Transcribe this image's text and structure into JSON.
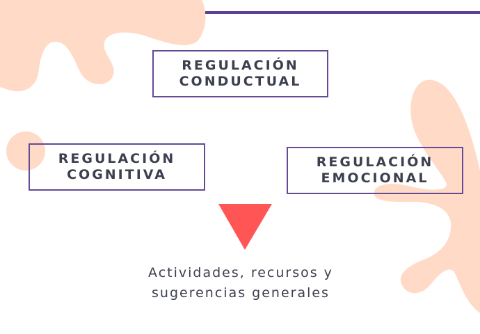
{
  "colors": {
    "blob": "#ffdac6",
    "accent_line": "#5e3f92",
    "box_border": "#654a98",
    "text": "#3c3f4d",
    "triangle": "#ff5555"
  },
  "boxes": [
    {
      "line1": "REGULACIÓN",
      "line2": "CONDUCTUAL"
    },
    {
      "line1": "REGULACIÓN",
      "line2": "COGNITIVA"
    },
    {
      "line1": "REGULACIÓN",
      "line2": "EMOCIONAL"
    }
  ],
  "caption": {
    "line1": "Actividades, recursos y",
    "line2": "sugerencias generales"
  }
}
